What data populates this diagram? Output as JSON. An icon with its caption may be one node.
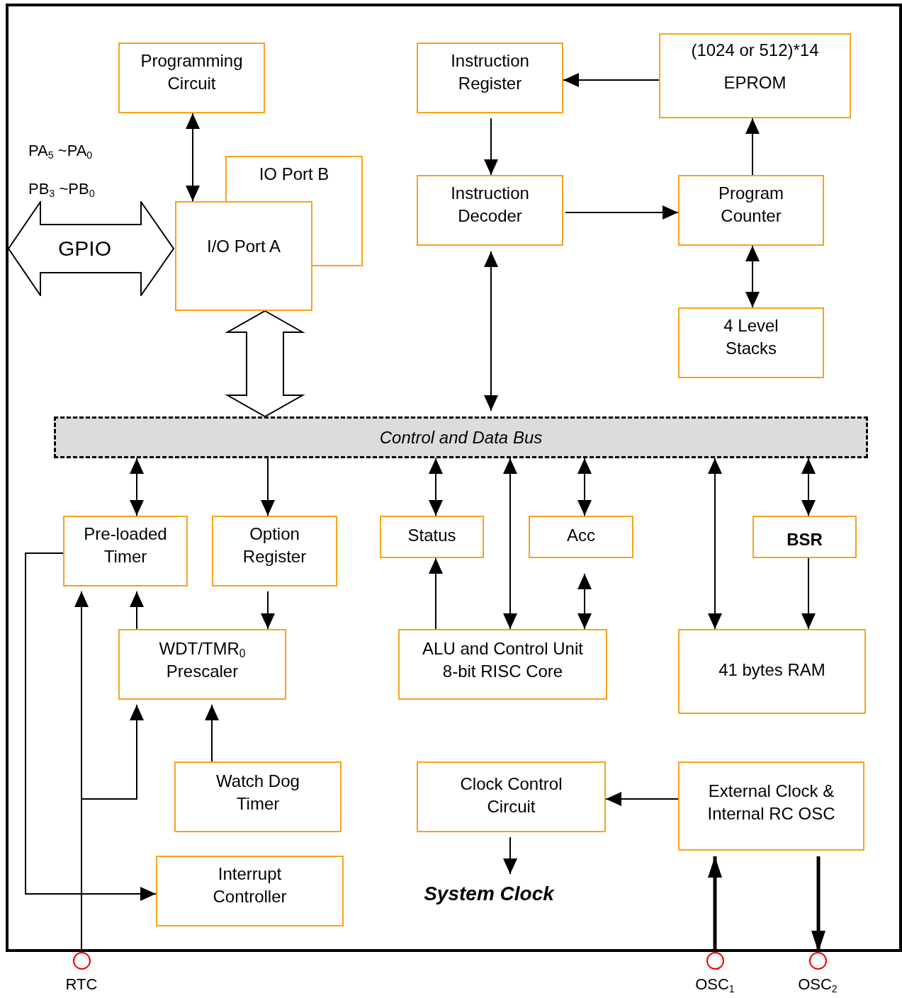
{
  "diagram": {
    "nodes": [
      {
        "text": [
          "Programming Circuit"
        ]
      },
      {
        "text": [
          "Instruction Register"
        ]
      },
      {
        "text": [
          "(1024 or 512)*14",
          "EPROM"
        ]
      },
      {
        "text": [
          "GPIO"
        ],
        "beside": [
          "PA$_{5}$ ~PA$_{0}$",
          "PB$_{3}$ ~PB$_{0}$"
        ]
      },
      {
        "text": [
          "IO Port B"
        ]
      },
      {
        "text": [
          "I/O Port A"
        ]
      },
      {
        "text": [
          "Instruction Decoder"
        ]
      },
      {
        "text": [
          "Program Counter"
        ]
      },
      {
        "text": [
          "4 Level Stacks"
        ]
      },
      {
        "text": [
          "Control and Data Bus"
        ]
      },
      {
        "text": [
          "Pre-loaded Timer"
        ]
      },
      {
        "text": [
          "Option Register"
        ]
      },
      {
        "text": [
          "Status"
        ]
      },
      {
        "text": [
          "Acc"
        ]
      },
      {
        "text": [
          "BSR"
        ]
      },
      {
        "text": [
          "WDT/TMR$_{0}$ Prescaler"
        ]
      },
      {
        "text": [
          "ALU and Control Unit 8-bit RISC Core"
        ]
      },
      {
        "text": [
          "41 bytes RAM"
        ]
      },
      {
        "text": [
          "Watch Dog Timer"
        ]
      },
      {
        "text": [
          "Clock Control Circuit"
        ]
      },
      {
        "text": [
          "External Clock & Internal RC OSC"
        ]
      },
      {
        "text": [
          "Interrupt Controller"
        ]
      },
      {
        "text": [
          "System Clock"
        ]
      },
      {
        "text": [],
        "shape": "circle",
        "beside": [
          "RTC"
        ]
      },
      {
        "text": [],
        "shape": "circle",
        "beside": [
          "OSC$_{1}$"
        ]
      },
      {
        "text": [],
        "shape": "circle",
        "beside": [
          "OSC$_{2}$"
        ]
      }
    ],
    "edges": [
      {
        "from": 0,
        "to": 5,
        "arrow": "both"
      },
      {
        "from": 2,
        "to": 1,
        "arrow": "to"
      },
      {
        "from": 1,
        "to": 6,
        "arrow": "to"
      },
      {
        "from": 6,
        "to": 7,
        "arrow": "to"
      },
      {
        "from": 7,
        "to": 2,
        "arrow": "to"
      },
      {
        "from": 7,
        "to": 8,
        "arrow": "both"
      },
      {
        "from": 6,
        "to": 9,
        "arrow": "both"
      },
      {
        "from": 5,
        "to": 9,
        "arrow": "both",
        "style": "thick"
      },
      {
        "from": 9,
        "to": 10,
        "arrow": "both"
      },
      {
        "from": 9,
        "to": 11,
        "arrow": "to"
      },
      {
        "from": 9,
        "to": 12,
        "arrow": "both"
      },
      {
        "from": 9,
        "to": 16,
        "arrow": "both"
      },
      {
        "from": 9,
        "to": 13,
        "arrow": "both"
      },
      {
        "from": 9,
        "to": 17,
        "arrow": "both"
      },
      {
        "from": 9,
        "to": 14,
        "arrow": "both"
      },
      {
        "from": 14,
        "to": 17,
        "arrow": "to"
      },
      {
        "from": 16,
        "to": 12,
        "arrow": "to"
      },
      {
        "from": 16,
        "to": 13,
        "arrow": "both"
      },
      {
        "from": 11,
        "to": 15,
        "arrow": "to"
      },
      {
        "from": 15,
        "to": 10,
        "arrow": "to"
      },
      {
        "from": 18,
        "to": 15,
        "arrow": "to"
      },
      {
        "from": 23,
        "to": 10,
        "arrow": "to"
      },
      {
        "from": 23,
        "to": 15,
        "arrow": "to"
      },
      {
        "from": 10,
        "to": 21,
        "arrow": "to"
      },
      {
        "from": 20,
        "to": 19,
        "arrow": "to"
      },
      {
        "from": 19,
        "to": 22,
        "arrow": "to"
      },
      {
        "from": 24,
        "to": 20,
        "arrow": "to",
        "style": "thick"
      },
      {
        "from": 20,
        "to": 25,
        "arrow": "to",
        "style": "thick"
      }
    ]
  }
}
